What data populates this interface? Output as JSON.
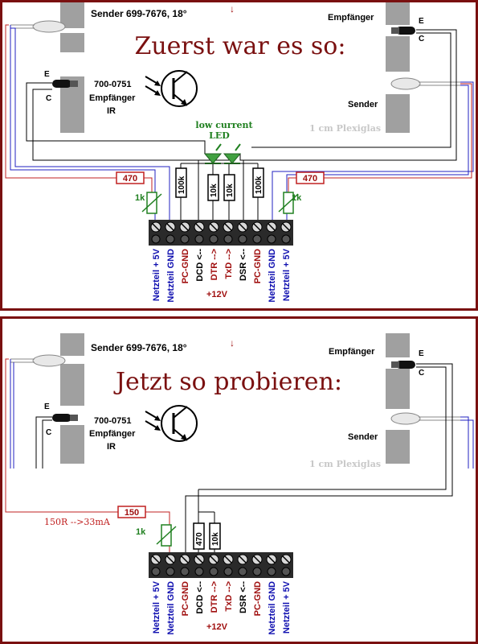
{
  "colors": {
    "frame": "#7a1010",
    "heading": "#7a1010",
    "plexi": "#a0a0a0",
    "wire_black": "#000000",
    "wire_blue": "#2020c0",
    "wire_red": "#c02020",
    "label_blue": "#1010b0",
    "label_red": "#a01010",
    "label_green": "#208020",
    "led_green": "#40a040"
  },
  "top": {
    "heading": "Zuerst war es so:",
    "sender_label": "Sender 699-7676, 18°",
    "arrow": "↓",
    "receiver_right": "Empfänger",
    "sender_right": "Sender",
    "part_number": "700-0751",
    "receiver_left": "Empfänger",
    "ir": "IR",
    "pin_e_left": "E",
    "pin_c_left": "C",
    "pin_e_right": "E",
    "pin_c_right": "C",
    "led_line1": "low current",
    "led_line2": "LED",
    "plexiglas": "1 cm Plexiglas",
    "res_470_left": "470",
    "res_470_right": "470",
    "pot_left": "1k",
    "pot_right": "1k",
    "res_100k_1": "100k",
    "res_10k_1": "10k",
    "res_10k_2": "10k",
    "res_100k_2": "100k",
    "terminals": [
      {
        "label": "Netzteil + 5V",
        "color": "blue"
      },
      {
        "label": "Netzteil GND",
        "color": "blue"
      },
      {
        "label": "PC-GND",
        "color": "red"
      },
      {
        "label": "DCD <--",
        "color": "black"
      },
      {
        "label": "DTR -->",
        "color": "red"
      },
      {
        "label": "TxD -->",
        "color": "red"
      },
      {
        "label": "DSR <--",
        "color": "black"
      },
      {
        "label": "PC-GND",
        "color": "red"
      },
      {
        "label": "Netzteil GND",
        "color": "blue"
      },
      {
        "label": "Netzteil + 5V",
        "color": "blue"
      }
    ],
    "plus12": "+12V"
  },
  "bottom": {
    "heading": "Jetzt so probieren:",
    "sender_label": "Sender 699-7676, 18°",
    "arrow": "↓",
    "receiver_right": "Empfänger",
    "sender_right": "Sender",
    "part_number": "700-0751",
    "receiver_left": "Empfänger",
    "ir": "IR",
    "pin_e_left": "E",
    "pin_c_left": "C",
    "pin_e_right": "E",
    "pin_c_right": "C",
    "plexiglas": "1 cm Plexiglas",
    "res_150": "150",
    "note": "150R -->33mA",
    "pot": "1k",
    "res_470": "470",
    "res_10k": "10k",
    "terminals": [
      {
        "label": "Netzteil + 5V",
        "color": "blue"
      },
      {
        "label": "Netzteil GND",
        "color": "blue"
      },
      {
        "label": "PC-GND",
        "color": "red"
      },
      {
        "label": "DCD <--",
        "color": "black"
      },
      {
        "label": "DTR -->",
        "color": "red"
      },
      {
        "label": "TxD -->",
        "color": "red"
      },
      {
        "label": "DSR <--",
        "color": "black"
      },
      {
        "label": "PC-GND",
        "color": "red"
      },
      {
        "label": "Netzteil GND",
        "color": "blue"
      },
      {
        "label": "Netzteil + 5V",
        "color": "blue"
      }
    ],
    "plus12": "+12V"
  }
}
